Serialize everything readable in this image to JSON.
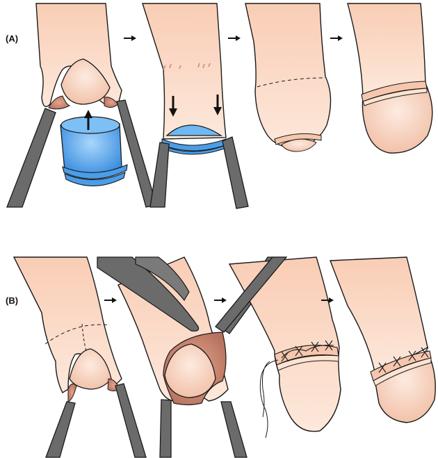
{
  "rows": [
    {
      "label": "(A)",
      "steps": [
        {
          "name": "pull-prepuce-over-bell"
        },
        {
          "name": "clamp-over-bell"
        },
        {
          "name": "excised-with-bell-ring"
        },
        {
          "name": "healed-result"
        }
      ]
    },
    {
      "label": "(B)",
      "steps": [
        {
          "name": "mark-incision-line"
        },
        {
          "name": "dorsal-cut-with-scissors"
        },
        {
          "name": "suture-placement"
        },
        {
          "name": "sutured-result"
        }
      ]
    }
  ],
  "colors": {
    "skin_light": "#fde3d2",
    "skin_mid": "#f6c6ad",
    "skin_shadow": "#d99a85",
    "glans": "#f6d2bf",
    "bell": "#4a9de8",
    "bell_light": "#7cc0f5",
    "instrument": "#6b6b6b",
    "outline": "#1a1a1a"
  },
  "icons": {
    "step_arrow": "right-arrow-icon",
    "direction_arrow": "arrow-icon"
  }
}
